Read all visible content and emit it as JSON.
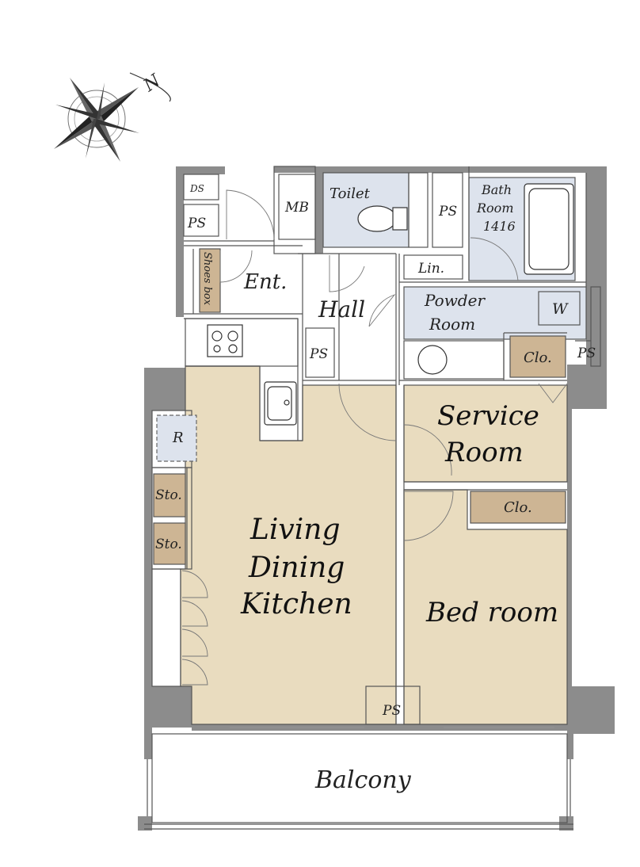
{
  "compass": {
    "north_mark": "N"
  },
  "rooms": {
    "ds": "DS",
    "ps_entry": "PS",
    "mb": "MB",
    "toilet": "Toilet",
    "ps_toilet": "PS",
    "bath_line1": "Bath",
    "bath_line2": "Room",
    "bath_line3": "1416",
    "shoes_box": "Shoes box",
    "ent": "Ent.",
    "lin": "Lin.",
    "hall": "Hall",
    "powder_line1": "Powder",
    "powder_line2": "Room",
    "w": "W",
    "ps_hall": "PS",
    "clo_service": "Clo.",
    "ps_right": "PS",
    "service_line1": "Service",
    "service_line2": "Room",
    "r": "R",
    "sto1": "Sto.",
    "sto2": "Sto.",
    "clo_bed": "Clo.",
    "ldk_line1": "Living",
    "ldk_line2": "Dining",
    "ldk_line3": "Kitchen",
    "bedroom": "Bed room",
    "ps_bottom": "PS",
    "balcony": "Balcony"
  },
  "colors": {
    "floor_wood": "#e9dcbf",
    "wet_area": "#dde3ed",
    "storage": "#cdb594",
    "wall": "#8c8c8c",
    "wall_dark": "#6e6e6e",
    "line": "#555555"
  }
}
